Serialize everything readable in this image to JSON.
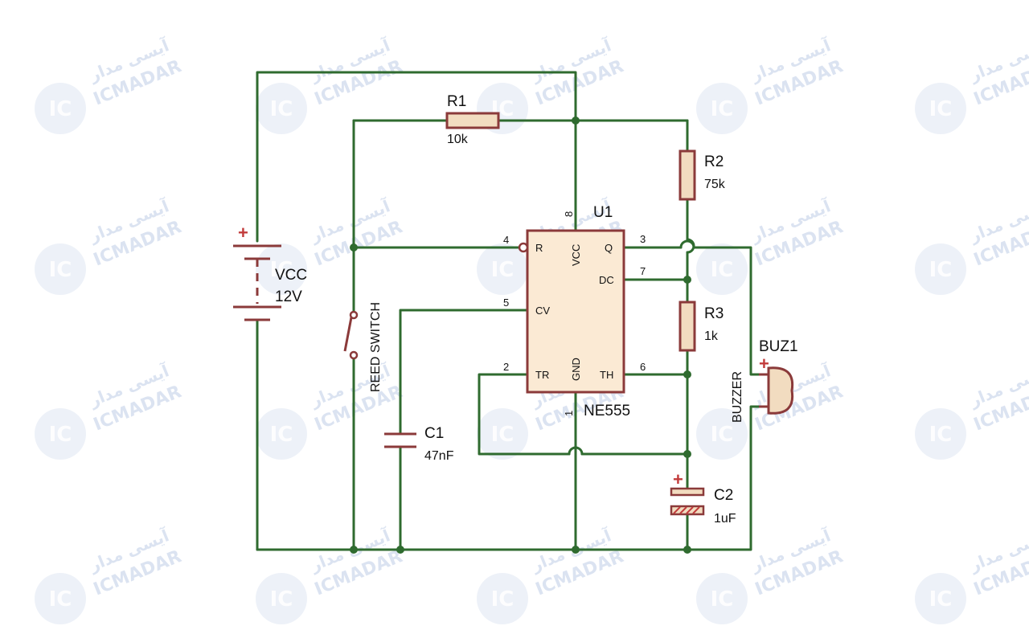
{
  "watermark": {
    "brand": "ICMADAR",
    "brand_fa": "آیسی مدار",
    "badge": "IC"
  },
  "components": {
    "r1": {
      "name": "R1",
      "value": "10k"
    },
    "r2": {
      "name": "R2",
      "value": "75k"
    },
    "r3": {
      "name": "R3",
      "value": "1k"
    },
    "c1": {
      "name": "C1",
      "value": "47nF"
    },
    "c2": {
      "name": "C2",
      "value": "1uF"
    },
    "battery": {
      "name": "VCC",
      "value": "12V"
    },
    "switch": {
      "name": "REED SWITCH"
    },
    "buzzer": {
      "name": "BUZ1",
      "type": "BUZZER"
    },
    "ic": {
      "name": "U1",
      "part": "NE555"
    }
  },
  "ic_pins": {
    "r": "R",
    "vcc": "VCC",
    "q": "Q",
    "dc": "DC",
    "cv": "CV",
    "tr": "TR",
    "gnd": "GND",
    "th": "TH"
  },
  "pin_numbers": {
    "p1": "1",
    "p2": "2",
    "p3": "3",
    "p4": "4",
    "p5": "5",
    "p6": "6",
    "p7": "7",
    "p8": "8"
  },
  "polarity": {
    "plus": "+"
  },
  "colors": {
    "wire": "#2f6b2f",
    "component": "#8b3a3a",
    "resistor_fill": "#f2dcc0",
    "ic_fill": "#fbead4",
    "polarity": "#c23b3b"
  }
}
